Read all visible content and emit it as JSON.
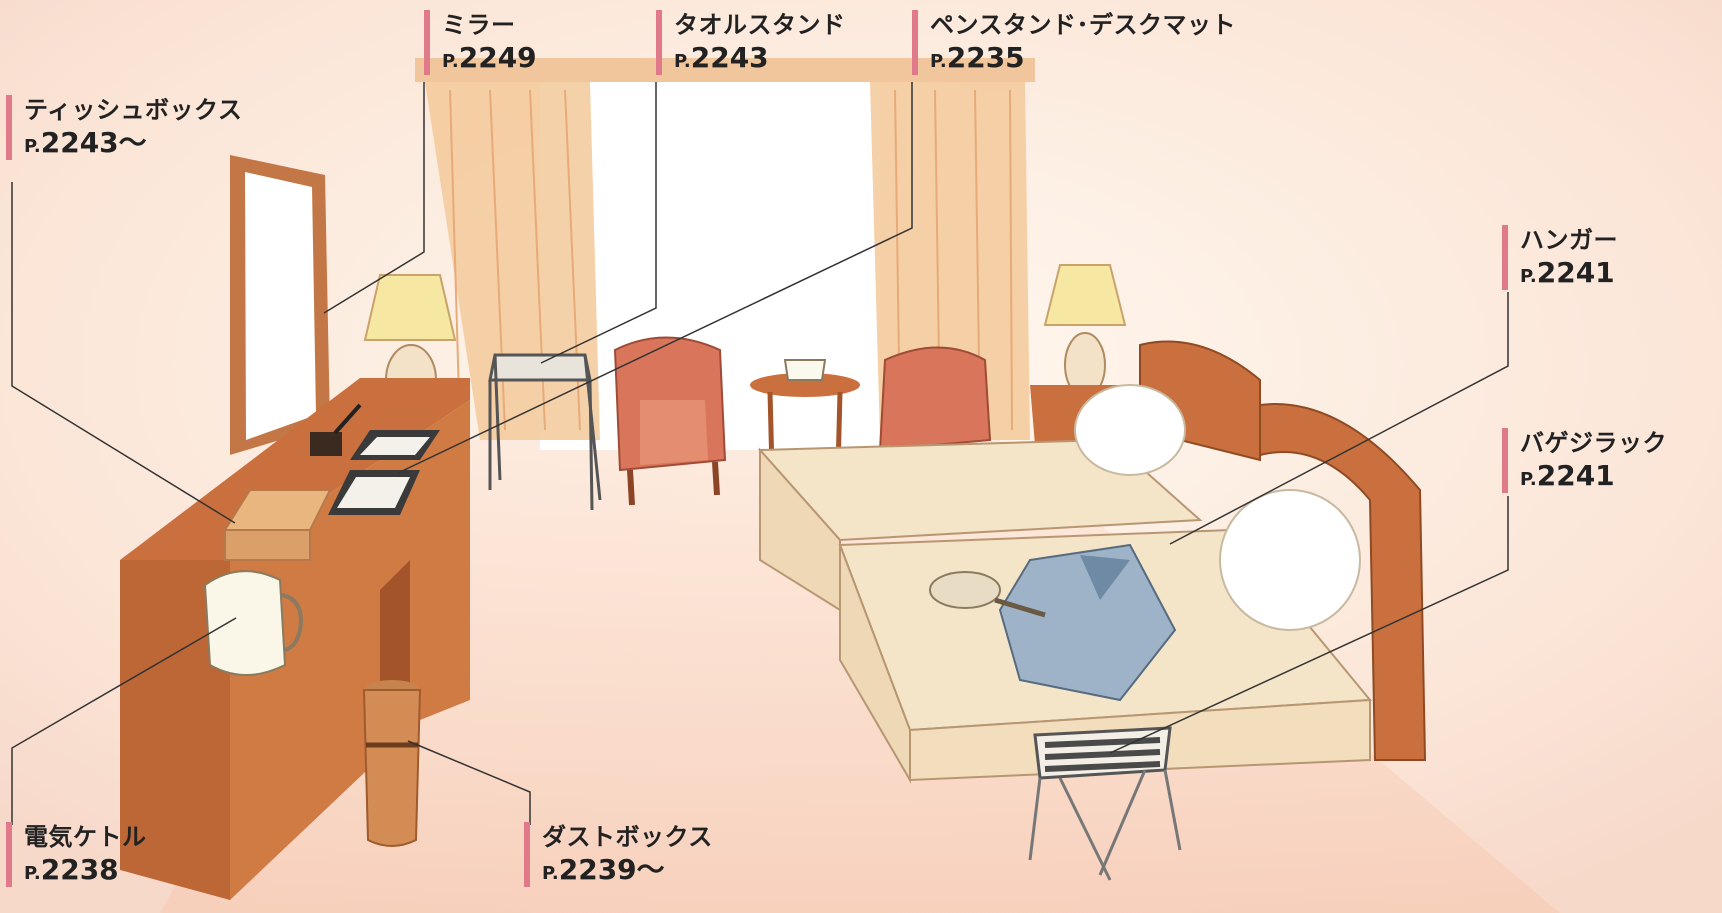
{
  "callouts": {
    "mirror": {
      "name": "ミラー",
      "page_prefix": "P.",
      "page": "2249"
    },
    "towel": {
      "name": "タオルスタンド",
      "page_prefix": "P.",
      "page": "2243"
    },
    "pen": {
      "name": "ペンスタンド･デスクマット",
      "page_prefix": "P.",
      "page": "2235"
    },
    "tissue": {
      "name": "ティッシュボックス",
      "page_prefix": "P.",
      "page": "2243～"
    },
    "hanger": {
      "name": "ハンガー",
      "page_prefix": "P.",
      "page": "2241"
    },
    "luggage": {
      "name": "バゲジラック",
      "page_prefix": "P.",
      "page": "2241"
    },
    "kettle": {
      "name": "電気ケトル",
      "page_prefix": "P.",
      "page": "2238"
    },
    "dustbox": {
      "name": "ダストボックス",
      "page_prefix": "P.",
      "page": "2239～"
    }
  },
  "colors": {
    "accent": "#e07a8a",
    "wood": "#c9703e",
    "chair": "#d8755a",
    "linen": "#f4e4c8",
    "curtain": "#f3c99a"
  }
}
